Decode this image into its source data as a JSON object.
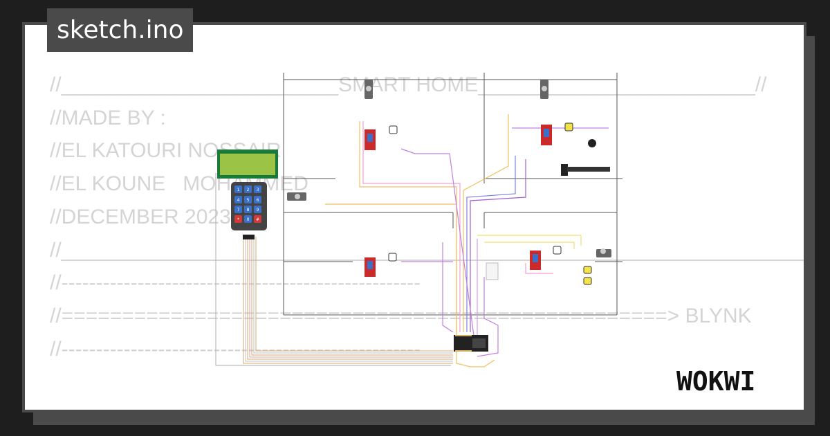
{
  "file_title": "sketch.ino",
  "brand": "WOKWI",
  "code_lines": [
    "//________________________SMART HOME________________________//",
    "//MADE BY :",
    "//EL KATOURI NOSSAIR",
    "//EL KOUNE   MOHAMMED",
    "//DECEMBER 2023",
    "//____________________________________________________________________//",
    "//----------------------------------------------------",
    "//==================================================> BLYNK",
    "//----------------------------------------------------"
  ],
  "keypad_keys": [
    "1",
    "2",
    "3",
    "4",
    "5",
    "6",
    "7",
    "8",
    "9",
    "*",
    "0",
    "#"
  ],
  "colors": {
    "background": "#1e1e1e",
    "frame": "#4a4a4a",
    "lcd_screen": "#9bc447",
    "lcd_border": "#1a7a3a",
    "relay_board": "#cc2a2a",
    "esp32_board": "#222222"
  }
}
